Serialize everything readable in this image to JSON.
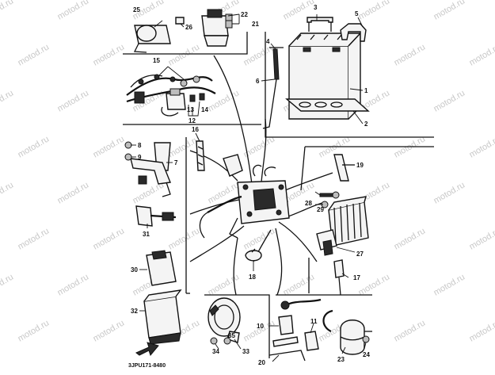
{
  "diagram": {
    "drawing_code": "3JPU171-8480",
    "watermark": "motod.ru",
    "callouts": [
      {
        "id": "c1",
        "label": "1"
      },
      {
        "id": "c2",
        "label": "2"
      },
      {
        "id": "c3",
        "label": "3"
      },
      {
        "id": "c4",
        "label": "4"
      },
      {
        "id": "c5",
        "label": "5"
      },
      {
        "id": "c6",
        "label": "6"
      },
      {
        "id": "c7",
        "label": "7"
      },
      {
        "id": "c8",
        "label": "8"
      },
      {
        "id": "c9",
        "label": "9"
      },
      {
        "id": "c10",
        "label": "10"
      },
      {
        "id": "c11",
        "label": "11"
      },
      {
        "id": "c12",
        "label": "12"
      },
      {
        "id": "c13",
        "label": "13"
      },
      {
        "id": "c14",
        "label": "14"
      },
      {
        "id": "c15",
        "label": "15"
      },
      {
        "id": "c16",
        "label": "16"
      },
      {
        "id": "c17",
        "label": "17"
      },
      {
        "id": "c18",
        "label": "18"
      },
      {
        "id": "c19",
        "label": "19"
      },
      {
        "id": "c20",
        "label": "20"
      },
      {
        "id": "c21",
        "label": "21"
      },
      {
        "id": "c22",
        "label": "22"
      },
      {
        "id": "c23",
        "label": "23"
      },
      {
        "id": "c24",
        "label": "24"
      },
      {
        "id": "c25",
        "label": "25"
      },
      {
        "id": "c26",
        "label": "26"
      },
      {
        "id": "c27",
        "label": "27"
      },
      {
        "id": "c28",
        "label": "28"
      },
      {
        "id": "c29",
        "label": "29"
      },
      {
        "id": "c30",
        "label": "30"
      },
      {
        "id": "c31",
        "label": "31"
      },
      {
        "id": "c32",
        "label": "32"
      },
      {
        "id": "c33",
        "label": "33"
      },
      {
        "id": "c34",
        "label": "34"
      },
      {
        "id": "c35",
        "label": "35"
      }
    ],
    "icons": {
      "battery": "battery-icon",
      "relay": "relay-icon",
      "horn": "horn-icon",
      "rectifier": "rectifier-regulator-icon",
      "ignition_coil": "ignition-coil-icon"
    }
  }
}
